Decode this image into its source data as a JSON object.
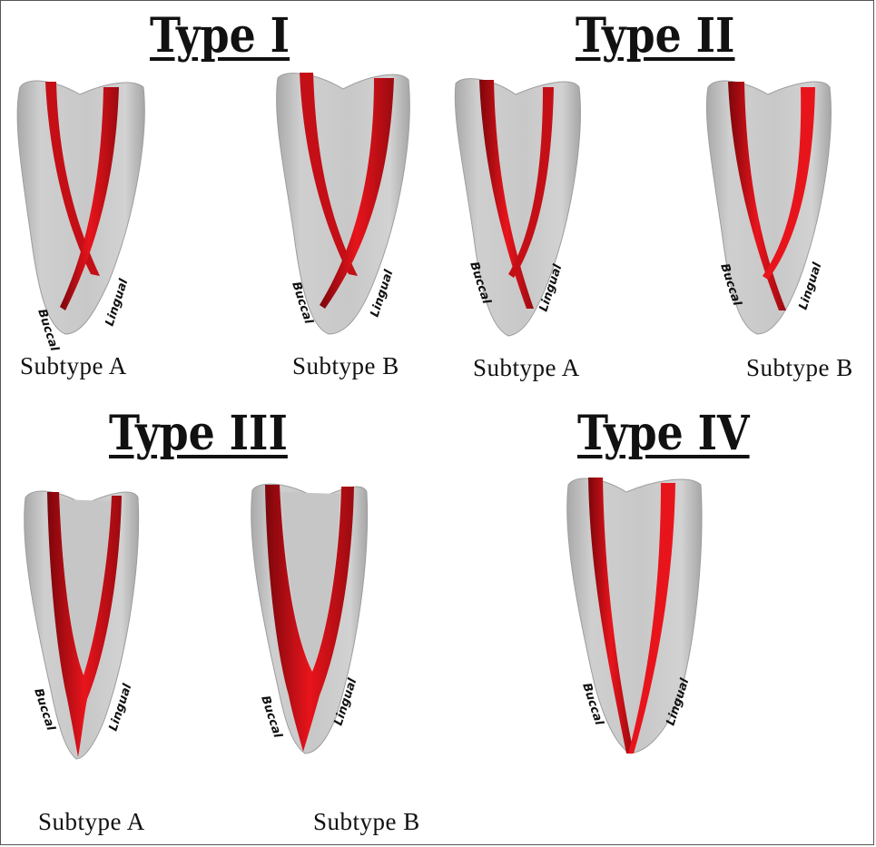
{
  "types": [
    {
      "id": "type-i",
      "title": "Type I"
    },
    {
      "id": "type-ii",
      "title": "Type II"
    },
    {
      "id": "type-iii",
      "title": "Type III"
    },
    {
      "id": "type-iv",
      "title": "Type IV"
    }
  ],
  "subtypes": {
    "a": "Subtype A",
    "b": "Subtype B"
  },
  "root_labels": {
    "buccal": "Buccal",
    "lingual": "Lingual"
  },
  "colors": {
    "tooth": "#c6c6c6",
    "canal_dark": "#8c0a10",
    "canal_bright": "#e8141c",
    "canal_mid": "#c40f16"
  }
}
